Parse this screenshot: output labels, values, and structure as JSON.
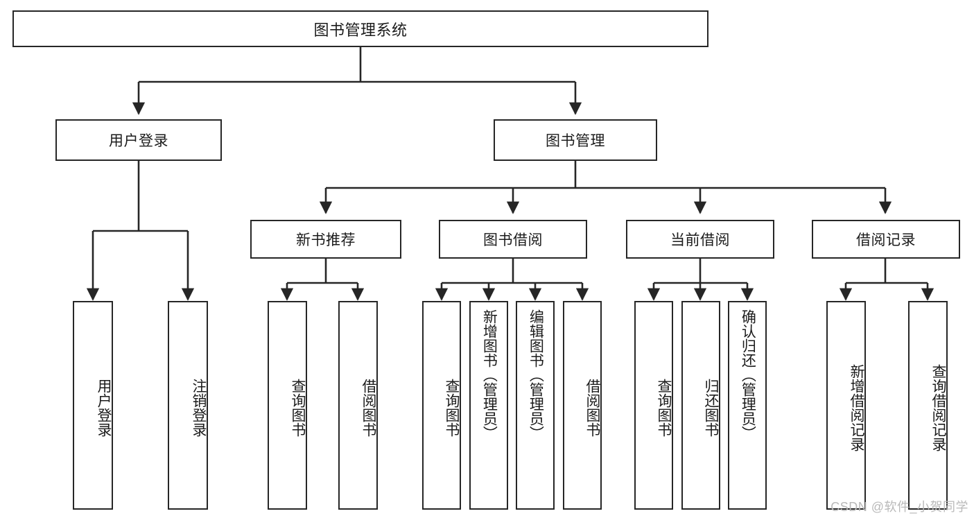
{
  "diagram": {
    "title": "图书管理系统",
    "type": "hierarchy-tree",
    "root": {
      "label": "图书管理系统"
    },
    "level2": [
      {
        "label": "用户登录"
      },
      {
        "label": "图书管理"
      }
    ],
    "level3": [
      {
        "label": "新书推荐"
      },
      {
        "label": "图书借阅"
      },
      {
        "label": "当前借阅"
      },
      {
        "label": "借阅记录"
      }
    ],
    "leaves": {
      "user_login": [
        {
          "label": "用户登录"
        },
        {
          "label": "注销登录"
        }
      ],
      "new_book_recommend": [
        {
          "label": "查询图书"
        },
        {
          "label": "借阅图书"
        }
      ],
      "book_borrow": [
        {
          "label": "查询图书"
        },
        {
          "label": "新增图书（管理员）"
        },
        {
          "label": "编辑图书（管理员）"
        },
        {
          "label": "借阅图书"
        }
      ],
      "current_borrow": [
        {
          "label": "查询图书"
        },
        {
          "label": "归还图书"
        },
        {
          "label": "确认归还（管理员）"
        }
      ],
      "borrow_record": [
        {
          "label": "新增借阅记录"
        },
        {
          "label": "查询借阅记录"
        }
      ]
    }
  },
  "watermark": {
    "text": "CSDN @软件_小贺同学"
  },
  "colors": {
    "stroke": "#262626",
    "background": "#ffffff",
    "text": "#1b1b1b",
    "watermark": "#b9b9b9"
  }
}
